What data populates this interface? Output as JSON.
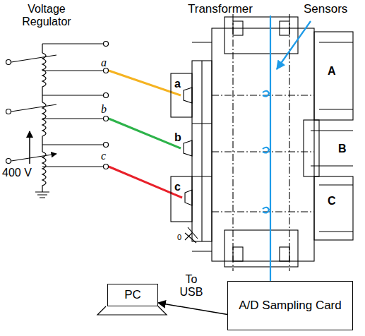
{
  "diagram": {
    "nodes": [
      {
        "text": [
          "A/D Sampling Card"
        ]
      },
      {
        "text": [
          "PC"
        ]
      }
    ],
    "edges": [
      {
        "from": 0,
        "to": 1,
        "arrow": "to",
        "label": "To USB"
      }
    ],
    "labels": [
      "Voltage Regulator",
      "Transformer",
      "Sensors",
      "a",
      "b",
      "c",
      "400 V",
      "a",
      "b",
      "c",
      "A",
      "B",
      "C",
      "0"
    ]
  }
}
